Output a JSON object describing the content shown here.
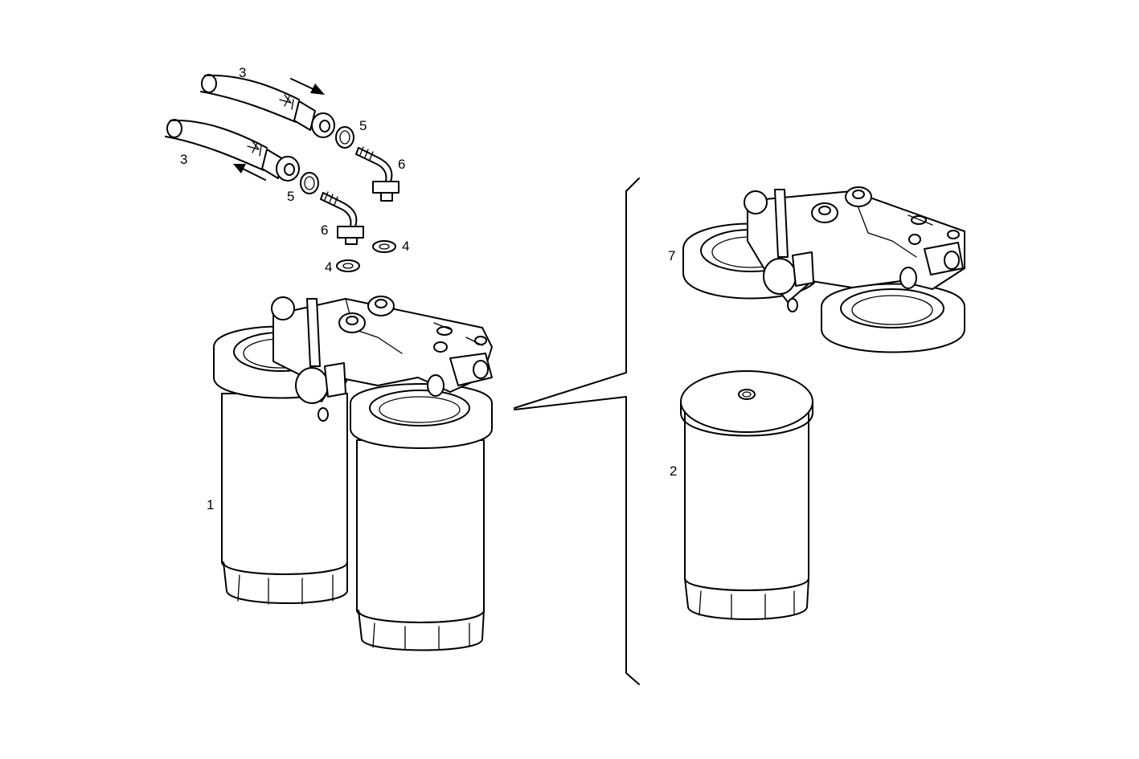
{
  "diagram": {
    "callouts": {
      "hose_upper": "3",
      "hose_lower": "3",
      "seal_upper": "5",
      "seal_lower": "5",
      "elbow_upper": "6",
      "elbow_lower": "6",
      "washer_right": "4",
      "washer_left": "4",
      "filter_assembly": "1",
      "filter_head": "7",
      "filter_cartridge": "2"
    }
  }
}
